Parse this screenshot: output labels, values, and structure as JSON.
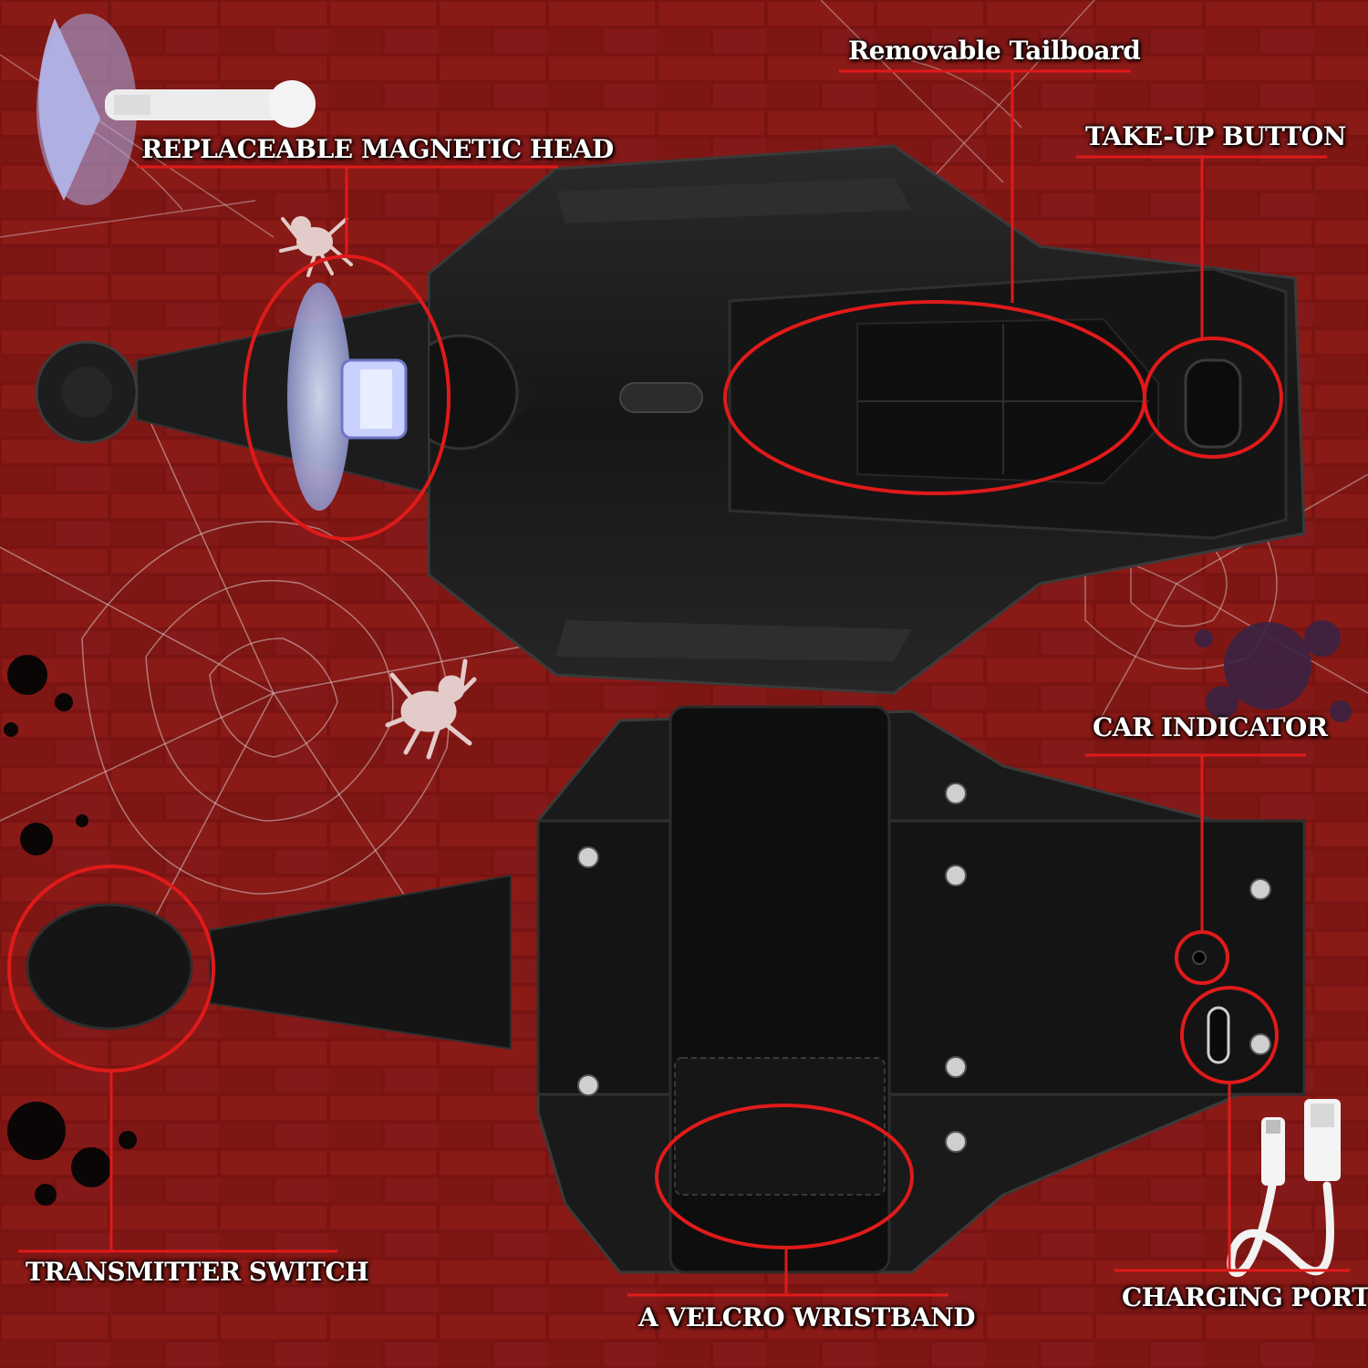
{
  "colors": {
    "background": "#7a1412",
    "brick_mortar": "#5a0d0c",
    "callout_line": "#e01a1a",
    "label_text": "#ffffff",
    "device_body": "#1b1b1b"
  },
  "icons": [
    "suction-cup-icon",
    "spider-icon",
    "usb-cable-icon",
    "cobweb-icon",
    "screw-icon"
  ],
  "callouts": {
    "replaceable_magnetic_head": "REPLACEABLE MAGNETIC HEAD",
    "removable_tailboard": "Removable Tailboard",
    "take_up_button": "TAKE-UP BUTTON",
    "car_indicator": "CAR INDICATOR",
    "transmitter_switch": "TRANSMITTER SWITCH",
    "velcro_wristband": "A VELCRO WRISTBAND",
    "charging_port": "CHARGING PORT"
  }
}
